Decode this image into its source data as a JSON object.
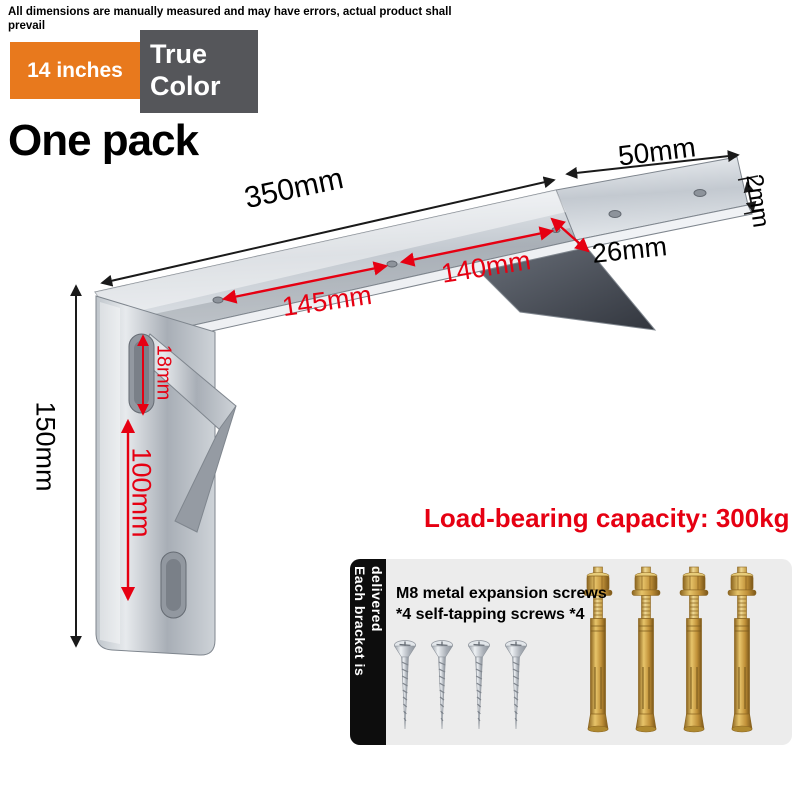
{
  "disclaimer": "All dimensions are manually measured and may have errors, actual product shall prevail",
  "badges": {
    "size": "14 inches",
    "finish": "True Color"
  },
  "pack_label": "One pack",
  "dims": {
    "arm_length": "350mm",
    "plate_width": "50mm",
    "thickness": "2mm",
    "bend_offset": "26mm",
    "hole_span_right": "140mm",
    "hole_span_left": "145mm",
    "leg_height": "150mm",
    "slot_length": "18mm",
    "slot_gap": "100mm"
  },
  "load_capacity": "Load-bearing capacity: 300kg",
  "kit": {
    "ribbon": "Each bracket is delivered",
    "line1": "M8 metal expansion screws",
    "line2": "*4 self-tapping screws *4"
  },
  "colors": {
    "accent_orange": "#e8791d",
    "badge_gray": "#55565a",
    "dimension_red": "#e60012",
    "panel_bg": "#ececec",
    "ribbon_black": "#0d0d0d"
  }
}
